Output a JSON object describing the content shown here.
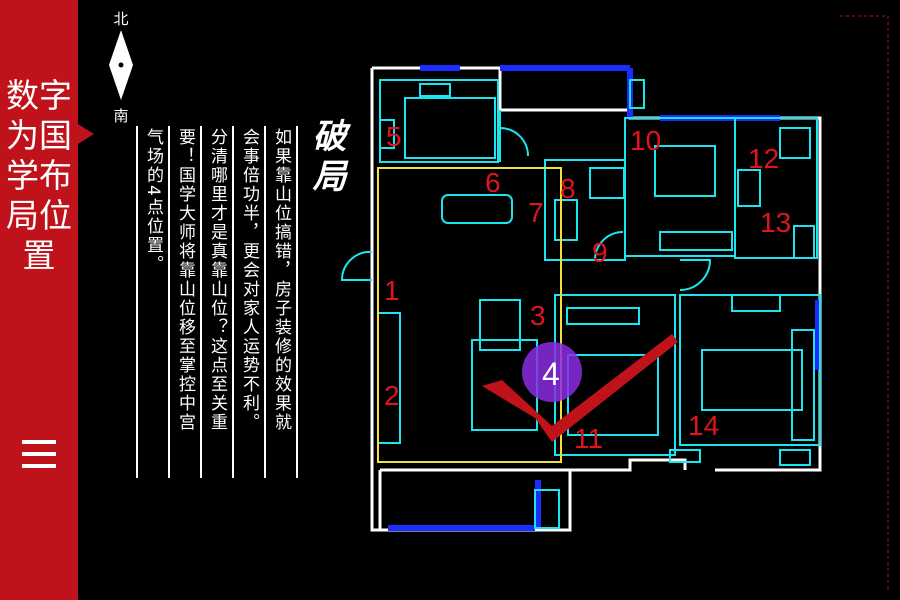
{
  "sidebar": {
    "title": "数字为国学布局位置",
    "menu_icon": "hamburger-icon",
    "color": "#c0121a"
  },
  "compass": {
    "north": "北",
    "south": "南"
  },
  "heading": "破局",
  "text_columns": [
    "如果靠山位搞错，房子装修的效果就",
    "会事倍功半，更会对家人运势不利。",
    "分清哪里才是真靠山位？这点至关重",
    "要！国学大师将靠山位移至掌控中宫",
    "气场的4点位置。"
  ],
  "floorplan": {
    "markers": [
      "1",
      "2",
      "3",
      "4",
      "5",
      "6",
      "7",
      "8",
      "9",
      "10",
      "11",
      "12",
      "13",
      "14"
    ],
    "highlight_marker": "4",
    "line_colors": {
      "cyan": "#19e6f0",
      "blue": "#1a2cff",
      "white": "#ffffff",
      "yellow": "#f0e23a",
      "red": "#e0141e",
      "purple": "#8a2be2"
    }
  }
}
